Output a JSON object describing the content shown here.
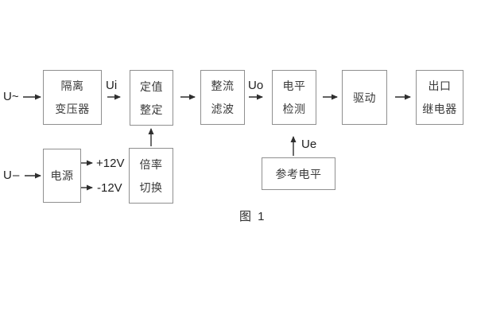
{
  "figure": {
    "caption": "图 1"
  },
  "labels": {
    "input_ac": "U~",
    "input_dc": "U",
    "input_dc_dash": "–",
    "signal_ui": "Ui",
    "signal_uo": "Uo",
    "signal_ue": "Ue",
    "rail_pos": "+12V",
    "rail_neg": "-12V"
  },
  "blocks": {
    "isolation": {
      "line1": "隔离",
      "line2": "变压器"
    },
    "setting": {
      "line1": "定值",
      "line2": "整定"
    },
    "rectifier": {
      "line1": "整流",
      "line2": "滤波"
    },
    "level": {
      "line1": "电平",
      "line2": "检测"
    },
    "driver": {
      "label": "驱动"
    },
    "relay": {
      "line1": "出口",
      "line2": "继电器"
    },
    "power": {
      "label": "电源"
    },
    "ratio": {
      "line1": "倍率",
      "line2": "切换"
    },
    "reference": {
      "label": "参考电平"
    }
  },
  "colors": {
    "background": "#ffffff",
    "box_border": "#8f8f8f",
    "box_text": "#3a3a3a",
    "line": "#2e2e2e",
    "label_text": "#1f1f1f"
  }
}
